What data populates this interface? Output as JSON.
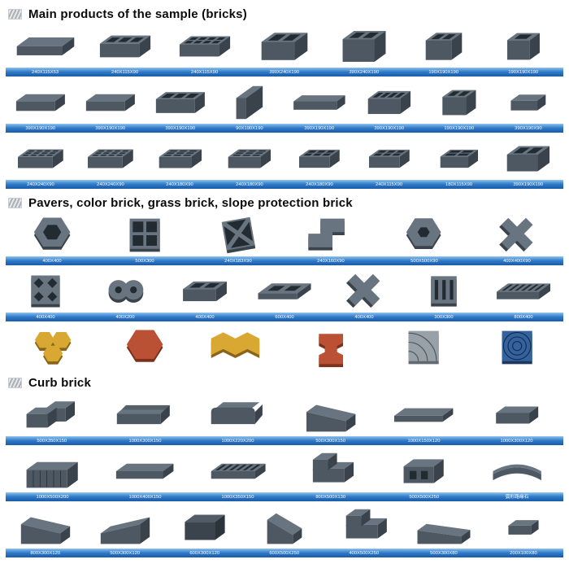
{
  "colors": {
    "strip_gradient_top": "#79b4e5",
    "strip_gradient_mid": "#2e79c8",
    "strip_gradient_bottom": "#1a5ba8",
    "label_text": "#ffffff",
    "header_text": "#0b0b0b",
    "brick_gray": "#4d5862",
    "paver_yellow": "#d9a833",
    "paver_red": "#bb5134",
    "paver_blue": "#34629f"
  },
  "sections": [
    {
      "id": "main-products",
      "icon": "hatched-square-icon",
      "title": "Main products of the sample (bricks)",
      "rows": [
        {
          "has_labels": true,
          "items": [
            {
              "label": "240X115X53",
              "shape": "brick-solid",
              "color": "gray"
            },
            {
              "label": "240X115X90",
              "shape": "brick-3holes",
              "color": "gray"
            },
            {
              "label": "240X115X90",
              "shape": "brick-8holes",
              "color": "gray"
            },
            {
              "label": "390X240X190",
              "shape": "hollow-2holes",
              "color": "gray"
            },
            {
              "label": "390X240X190",
              "shape": "hollow-2holes-tall",
              "color": "gray"
            },
            {
              "label": "190X190X190",
              "shape": "cube-2holes",
              "color": "gray"
            },
            {
              "label": "190X190X190",
              "shape": "cube-1hole",
              "color": "gray"
            }
          ]
        },
        {
          "has_labels": true,
          "items": [
            {
              "label": "390X190X190",
              "shape": "block-low",
              "color": "gray"
            },
            {
              "label": "390X190X190",
              "shape": "block-low",
              "color": "gray"
            },
            {
              "label": "390X190X190",
              "shape": "hollow-3holes",
              "color": "gray"
            },
            {
              "label": "90X190X190",
              "shape": "panel-thin",
              "color": "gray"
            },
            {
              "label": "390X190X190",
              "shape": "block-long",
              "color": "gray"
            },
            {
              "label": "390X190X190",
              "shape": "hollow-4holes",
              "color": "gray"
            },
            {
              "label": "190X190X190",
              "shape": "cube-2holes",
              "color": "gray"
            },
            {
              "label": "390X190X90",
              "shape": "block-small",
              "color": "gray"
            }
          ]
        },
        {
          "has_labels": true,
          "items": [
            {
              "label": "240X240X90",
              "shape": "perf-4x3",
              "color": "gray"
            },
            {
              "label": "240X240X90",
              "shape": "perf-4x3",
              "color": "gray"
            },
            {
              "label": "240X180X90",
              "shape": "perf-3x3",
              "color": "gray"
            },
            {
              "label": "240X180X90",
              "shape": "perf-3x3",
              "color": "gray"
            },
            {
              "label": "240X180X90",
              "shape": "perf-3x2",
              "color": "gray"
            },
            {
              "label": "240X115X90",
              "shape": "perf-3x2",
              "color": "gray"
            },
            {
              "label": "180X115X90",
              "shape": "perf-2x2",
              "color": "gray"
            },
            {
              "label": "390X190X190",
              "shape": "hollow-2holes",
              "color": "gray"
            }
          ]
        }
      ]
    },
    {
      "id": "pavers-color-grass-slope",
      "icon": "hatched-square-icon",
      "title": "Pavers, color brick, grass brick, slope protection brick",
      "rows": [
        {
          "has_labels": true,
          "items": [
            {
              "label": "400X400",
              "shape": "hex-hole",
              "color": "gray"
            },
            {
              "label": "500X300",
              "shape": "grass-grid4",
              "color": "gray"
            },
            {
              "label": "240X183X90",
              "shape": "interlock",
              "color": "gray"
            },
            {
              "label": "240X160X90",
              "shape": "s-block",
              "color": "gray"
            },
            {
              "label": "500X500X90",
              "shape": "hex-hole-small",
              "color": "gray"
            },
            {
              "label": "400X400X90",
              "shape": "knot",
              "color": "gray"
            }
          ]
        },
        {
          "has_labels": true,
          "items": [
            {
              "label": "400X400",
              "shape": "lattice",
              "color": "gray"
            },
            {
              "label": "400X200",
              "shape": "eight",
              "color": "gray"
            },
            {
              "label": "400X400",
              "shape": "hollow-2holes-flat",
              "color": "gray"
            },
            {
              "label": "600X400",
              "shape": "slab-2slots",
              "color": "gray"
            },
            {
              "label": "400X400",
              "shape": "knot-flat",
              "color": "gray"
            },
            {
              "label": "300X300",
              "shape": "slot-block",
              "color": "gray"
            },
            {
              "label": "800X400",
              "shape": "grooved-slab",
              "color": "gray"
            }
          ]
        },
        {
          "has_labels": false,
          "items": [
            {
              "shape": "tri-paver",
              "color": "yellow"
            },
            {
              "shape": "hex-solid",
              "color": "red"
            },
            {
              "shape": "wave",
              "color": "yellow"
            },
            {
              "shape": "dogbone",
              "color": "red"
            },
            {
              "shape": "pattern-square",
              "color": "grey"
            },
            {
              "shape": "pattern-circle",
              "color": "blue"
            }
          ]
        }
      ]
    },
    {
      "id": "curb-brick",
      "icon": "hatched-square-icon",
      "title": "Curb brick",
      "rows": [
        {
          "has_labels": true,
          "items": [
            {
              "label": "500X350X150",
              "shape": "corner-L",
              "color": "gray"
            },
            {
              "label": "1000X300X150",
              "shape": "curb-peak",
              "color": "gray"
            },
            {
              "label": "1000X220X200",
              "shape": "curb-round",
              "color": "gray"
            },
            {
              "label": "500X300X150",
              "shape": "curb-slope",
              "color": "gray"
            },
            {
              "label": "1000X150X120",
              "shape": "slab-flat",
              "color": "gray"
            },
            {
              "label": "1000X300X120",
              "shape": "block-flat",
              "color": "gray"
            }
          ]
        },
        {
          "has_labels": true,
          "items": [
            {
              "label": "1000X500X200",
              "shape": "curb-grooved",
              "color": "gray"
            },
            {
              "label": "1000X400X150",
              "shape": "slab-long",
              "color": "gray"
            },
            {
              "label": "1000X350X150",
              "shape": "slab-ribbed",
              "color": "gray"
            },
            {
              "label": "800X500X130",
              "shape": "step-block",
              "color": "gray"
            },
            {
              "label": "500X500X250",
              "shape": "lintel-2holes",
              "color": "gray"
            },
            {
              "label": "弧形路缘石",
              "shape": "curb-curved",
              "color": "gray"
            }
          ]
        },
        {
          "has_labels": true,
          "items": [
            {
              "label": "800X300X120",
              "shape": "curb-slope",
              "color": "gray"
            },
            {
              "label": "500X300X120",
              "shape": "curb-slope-curved",
              "color": "gray"
            },
            {
              "label": "600X300X120",
              "shape": "block-dark",
              "color": "dark"
            },
            {
              "label": "600X500X250",
              "shape": "wedge-block",
              "color": "gray"
            },
            {
              "label": "400X500X250",
              "shape": "step-block",
              "color": "gray"
            },
            {
              "label": "500X300X80",
              "shape": "wedge-low",
              "color": "gray"
            },
            {
              "label": "200X100X80",
              "shape": "brick-small",
              "color": "gray"
            }
          ]
        }
      ]
    }
  ]
}
